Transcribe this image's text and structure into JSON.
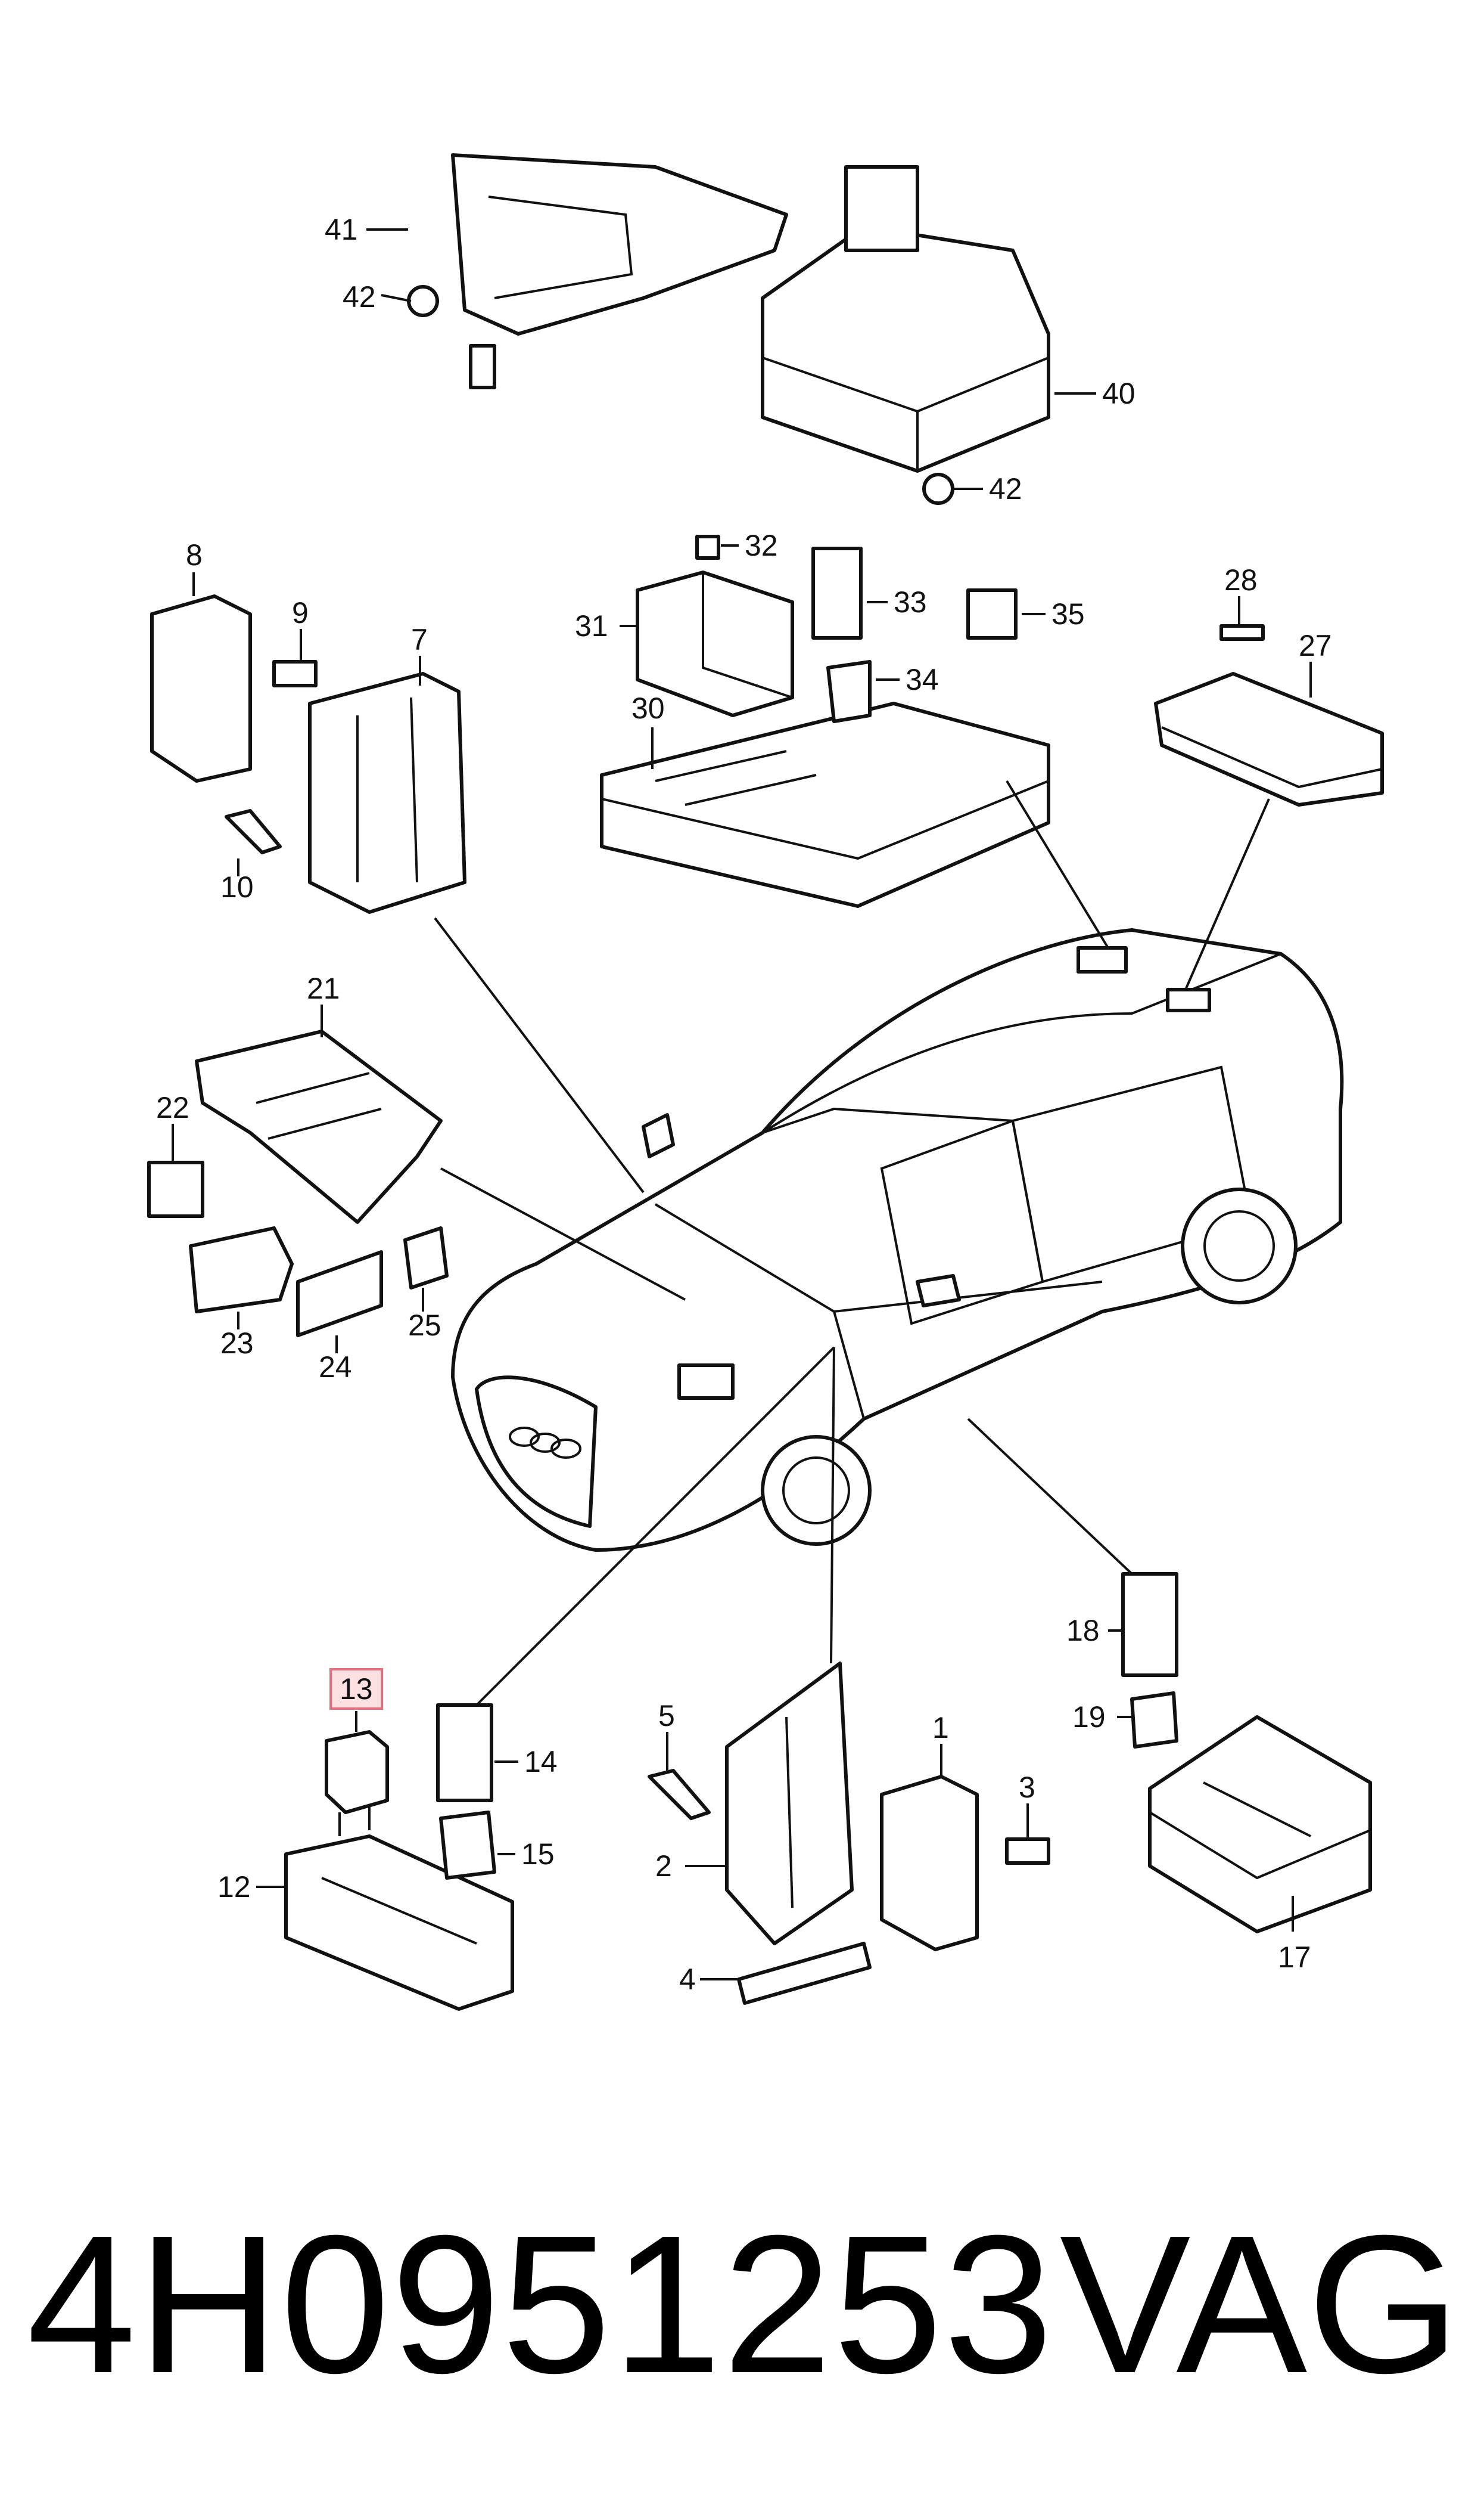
{
  "callouts": {
    "c1": "1",
    "c2": "2",
    "c3": "3",
    "c4": "4",
    "c5": "5",
    "c7": "7",
    "c8": "8",
    "c9": "9",
    "c10": "10",
    "c12": "12",
    "c13": "13",
    "c14": "14",
    "c15": "15",
    "c17": "17",
    "c18": "18",
    "c19": "19",
    "c21": "21",
    "c22": "22",
    "c23": "23",
    "c24": "24",
    "c25": "25",
    "c27": "27",
    "c28": "28",
    "c30": "30",
    "c31": "31",
    "c32": "32",
    "c33": "33",
    "c34": "34",
    "c35": "35",
    "c40": "40",
    "c41": "41",
    "c42a": "42",
    "c42b": "42"
  },
  "highlight": {
    "callout": "13",
    "color": "#fde0e2",
    "border": "#e3707f"
  },
  "footer": {
    "part_number": "4H0951253",
    "brand": "VAG"
  }
}
